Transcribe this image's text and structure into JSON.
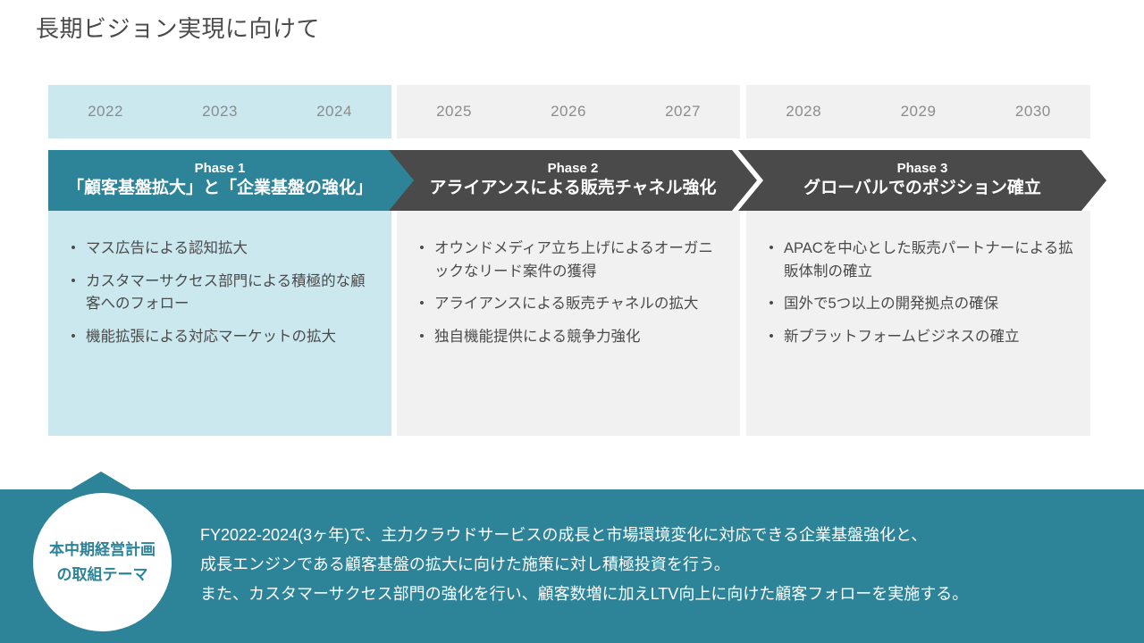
{
  "title": "長期ビジョン実現に向けて",
  "colors": {
    "teal": "#2d8499",
    "teal_tint": "#cbe8ef",
    "dark_gray": "#4a4a4a",
    "gray_tint": "#f1f1f1",
    "text_gray": "#4a4a4a",
    "year_gray": "#8c8c8c"
  },
  "phases": [
    {
      "years": [
        "2022",
        "2023",
        "2024"
      ],
      "phase_label": "Phase 1",
      "phase_name": "「顧客基盤拡大」と「企業基盤の強化」",
      "bullets": [
        "マス広告による認知拡大",
        "カスタマーサクセス部門による積極的な顧客へのフォロー",
        "機能拡張による対応マーケットの拡大"
      ]
    },
    {
      "years": [
        "2025",
        "2026",
        "2027"
      ],
      "phase_label": "Phase 2",
      "phase_name": "アライアンスによる販売チャネル強化",
      "bullets": [
        "オウンドメディア立ち上げによるオーガニックなリード案件の獲得",
        "アライアンスによる販売チャネルの拡大",
        "独自機能提供による競争力強化"
      ]
    },
    {
      "years": [
        "2028",
        "2029",
        "2030"
      ],
      "phase_label": "Phase 3",
      "phase_name": "グローバルでのポジション確立",
      "bullets": [
        "APACを中心とした販売パートナーによる拡販体制の確立",
        "国外で5つ以上の開発拠点の確保",
        "新プラットフォームビジネスの確立"
      ]
    }
  ],
  "summary": {
    "badge_line1": "本中期経営計画",
    "badge_line2": "の取組テーマ",
    "lines": [
      "FY2022-2024(3ヶ年)で、主力クラウドサービスの成長と市場環境変化に対応できる企業基盤強化と、",
      "成長エンジンである顧客基盤の拡大に向けた施策に対し積極投資を行う。",
      "また、カスタマーサクセス部門の強化を行い、顧客数増に加えLTV向上に向けた顧客フォローを実施する。"
    ]
  },
  "bullet_glyph": "•"
}
